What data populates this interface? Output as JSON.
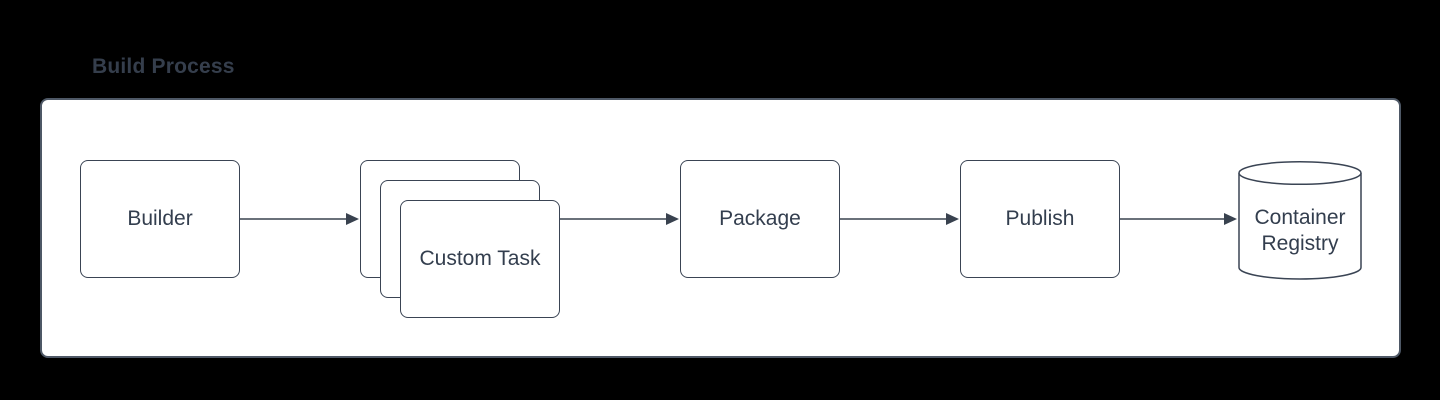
{
  "title": "Build Process",
  "colors": {
    "canvas_bg": "#000000",
    "panel_bg": "#ffffff",
    "panel_border": "#4e5866",
    "shape_fill": "#ffffff",
    "shape_border": "#3a4454",
    "text": "#333e4e",
    "arrow": "#39424f",
    "title_color": "#353e4c"
  },
  "diagram": {
    "nodes": [
      {
        "id": "builder",
        "label": "Builder",
        "shape": "rounded-rect"
      },
      {
        "id": "custom-task",
        "label": "Custom Task",
        "shape": "stacked-rounded-rect",
        "stack_count": 3
      },
      {
        "id": "package",
        "label": "Package",
        "shape": "rounded-rect"
      },
      {
        "id": "publish",
        "label": "Publish",
        "shape": "rounded-rect"
      },
      {
        "id": "container-registry",
        "label": "Container Registry",
        "shape": "cylinder"
      }
    ],
    "edges": [
      {
        "from": "builder",
        "to": "custom-task"
      },
      {
        "from": "custom-task",
        "to": "package"
      },
      {
        "from": "package",
        "to": "publish"
      },
      {
        "from": "publish",
        "to": "container-registry"
      }
    ]
  }
}
